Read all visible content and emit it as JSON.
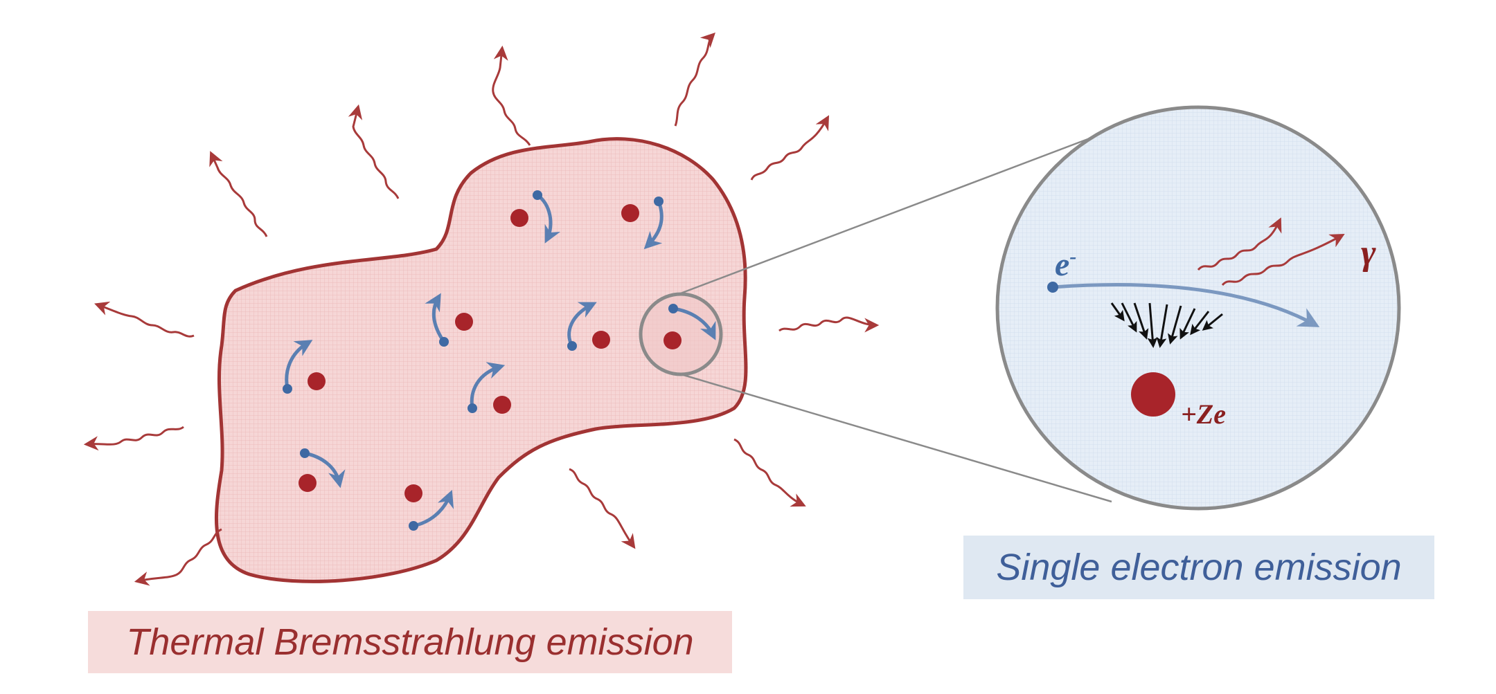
{
  "labels": {
    "electron": "e",
    "electron_charge": "-",
    "photon": "γ",
    "nucleus_charge": "+Ze"
  },
  "captions": {
    "thermal": "Thermal Bremsstrahlung emission",
    "single": "Single electron emission"
  },
  "colors": {
    "plasma_fill": "#f4cfcf",
    "plasma_stroke": "#a23434",
    "ion": "#a8242a",
    "electron": "#3e69a3",
    "electron_path": "#6f8fb8",
    "photon_wave": "#a83a3a",
    "zoom_circle_fill": "#e3ecf5",
    "zoom_circle_stroke": "#8a8a8a",
    "force_arrows": "#111111"
  },
  "icons": {
    "ion": "red-dot",
    "electron": "blue-dot",
    "photon": "wavy-arrow"
  }
}
